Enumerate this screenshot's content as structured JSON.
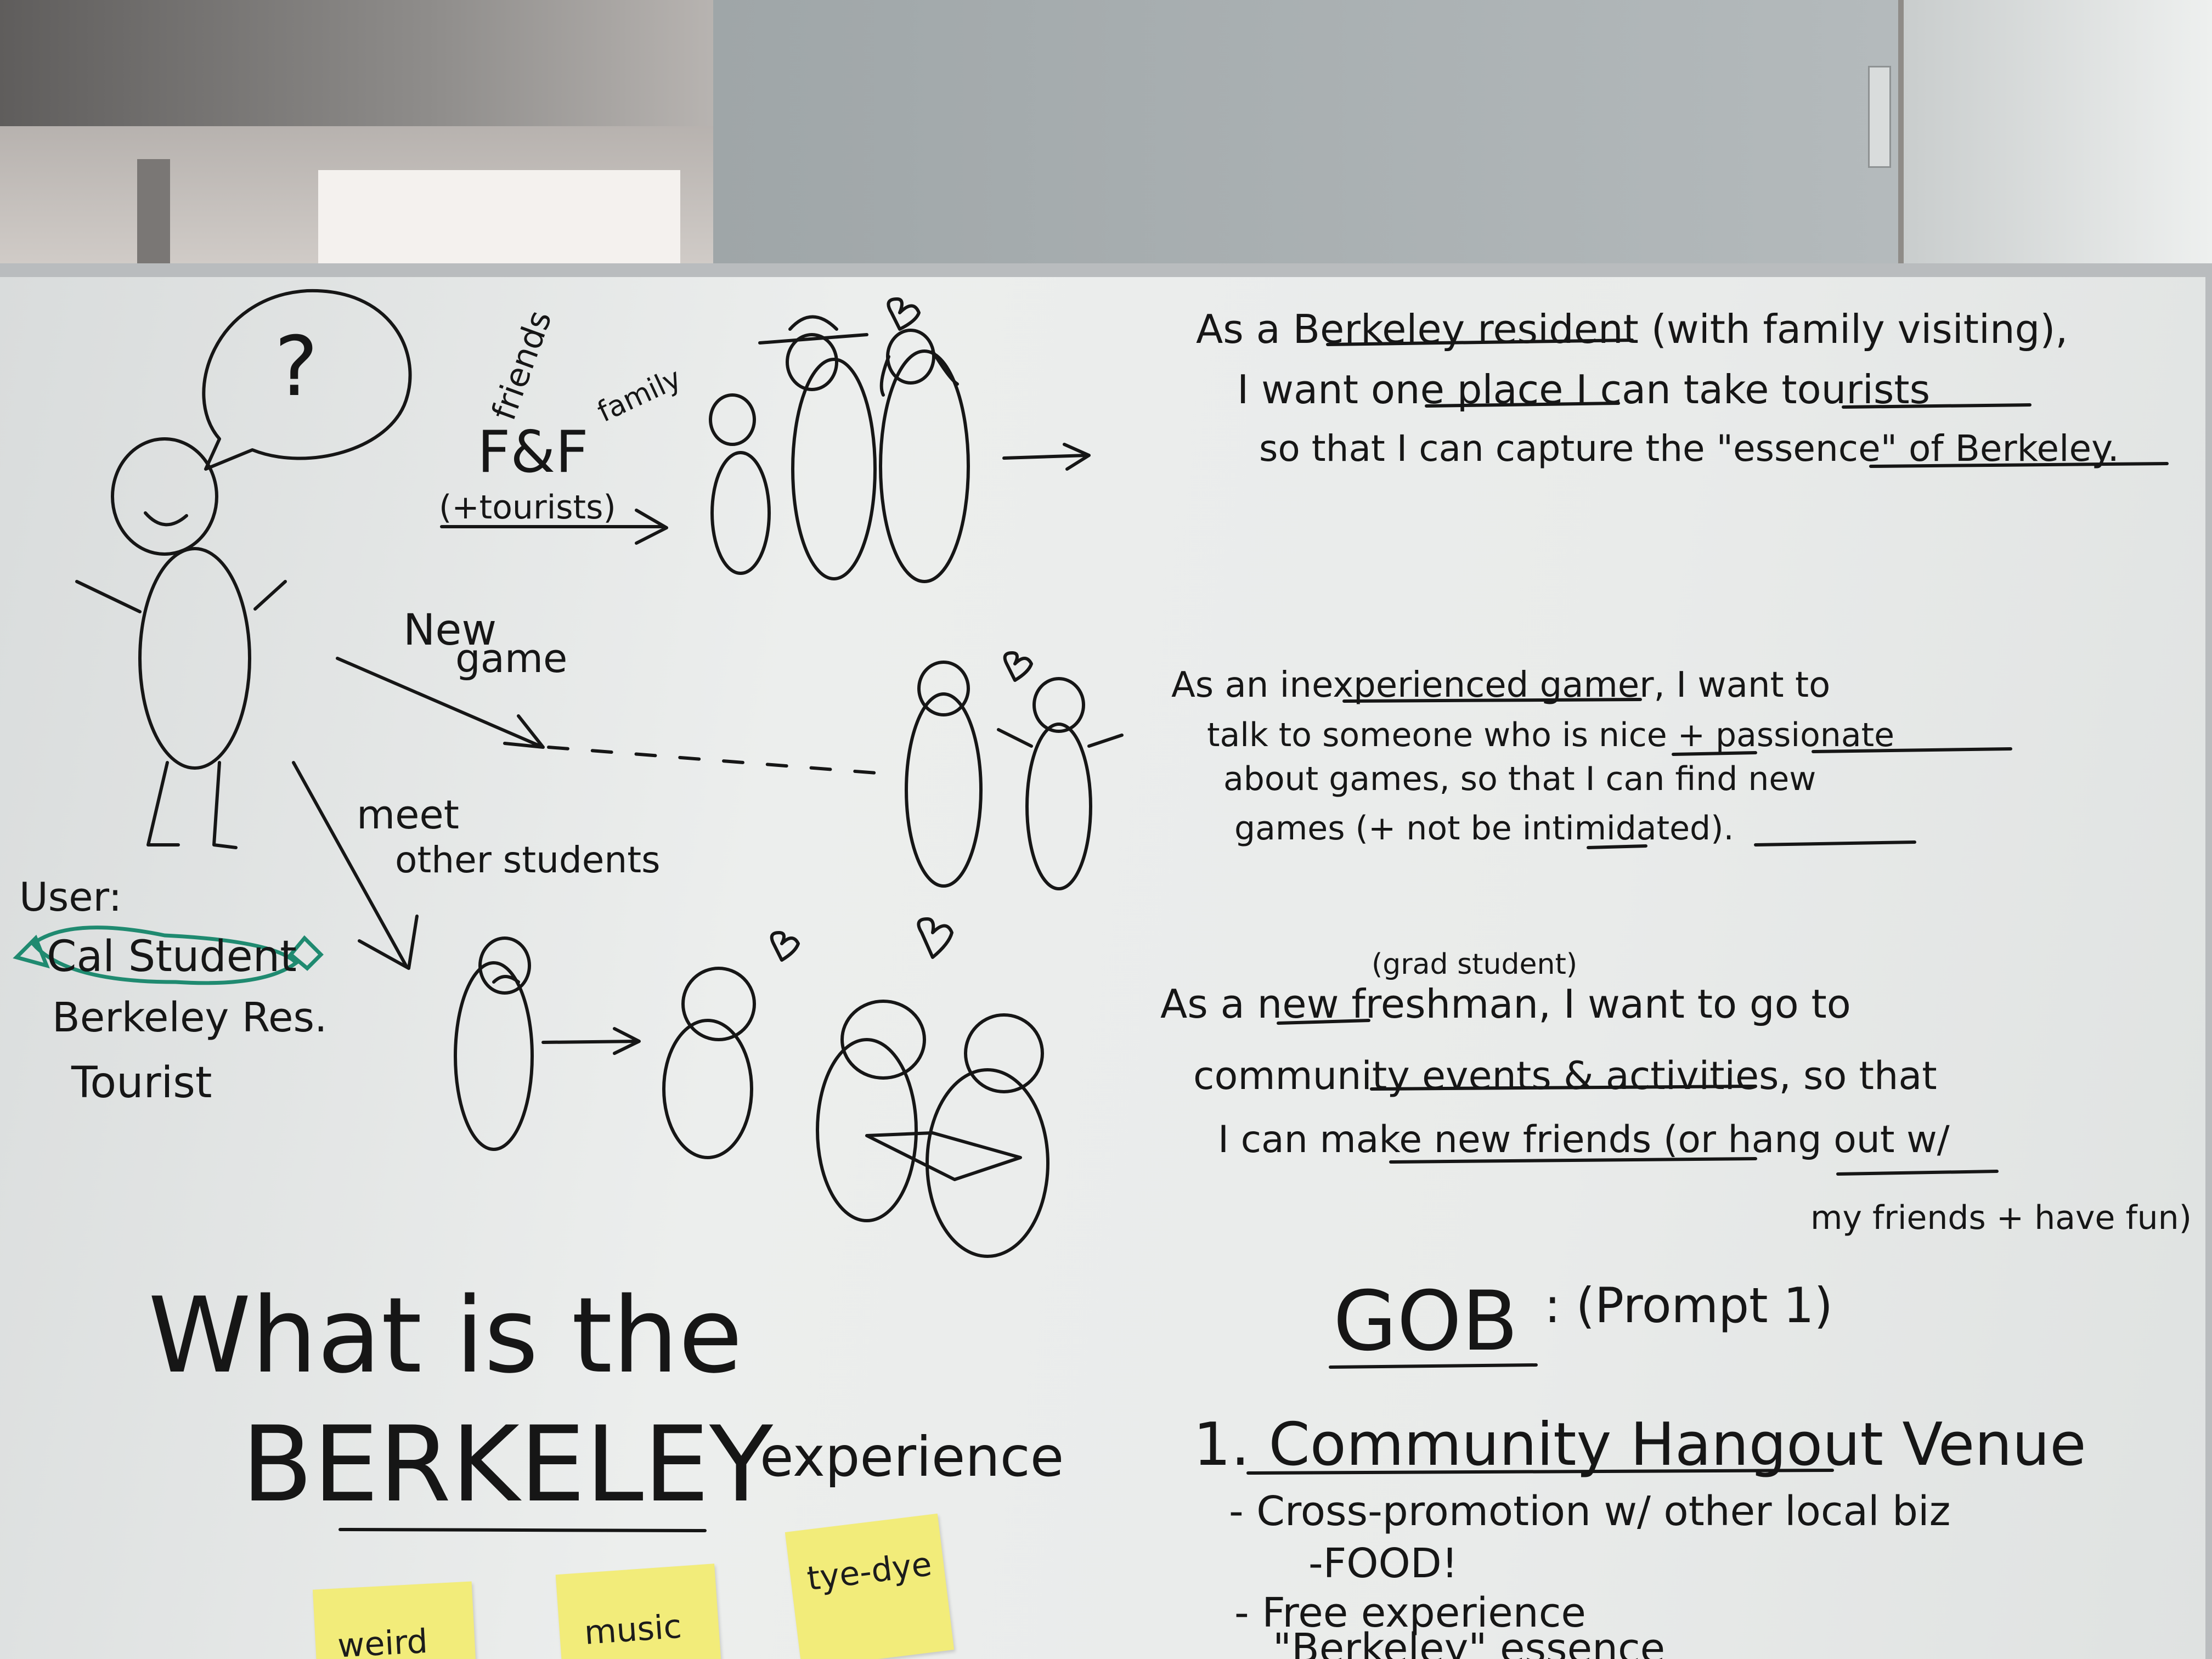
{
  "whiteboard": {
    "bubble": "?",
    "left_labels": {
      "friends": "friends",
      "family": "family",
      "ff": "F&F",
      "tourists": "(+tourists)",
      "new": "New",
      "game": "game",
      "meet": "meet",
      "other_students": "other students"
    },
    "user_section": {
      "title": "User:",
      "items": [
        "Cal Student",
        "Berkeley Res.",
        "Tourist"
      ]
    },
    "stories": [
      {
        "lines": [
          "As a Berkeley resident (with family visiting),",
          "I want one place I can take tourists",
          "so that I can capture the \"essence\" of Berkeley."
        ]
      },
      {
        "lines": [
          "As an inexperienced gamer, I want to",
          "talk to someone who is nice + passionate",
          "about games, so that I can find new",
          "games (+ not be intimidated)."
        ]
      },
      {
        "note": "(grad student)",
        "lines": [
          "As a new freshman, I want to go to",
          "community events & activities, so that",
          "I can make new friends (or hang out w/",
          "my friends + have fun)"
        ]
      }
    ],
    "question": {
      "line1": "What is the",
      "berkeley": "BERKELEY",
      "experience": "experience"
    },
    "gob": {
      "title": "GOB",
      "prompt": ": (Prompt 1)",
      "items": [
        "1. Community Hangout Venue",
        "- Cross-promotion w/ other local biz",
        "-FOOD!",
        "- Free experience",
        "\"Berkeley\" essence"
      ]
    },
    "sticky_notes": [
      "weird",
      "music",
      "tye-dye"
    ]
  },
  "colors": {
    "ink": "#161616",
    "green_marker": "#1f8a70",
    "sticky": "#f2ec7a",
    "board": "#e9ebea"
  }
}
